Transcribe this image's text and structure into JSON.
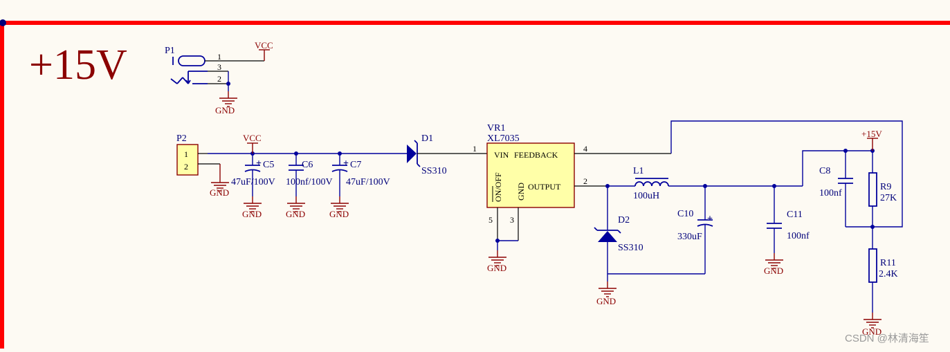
{
  "title": "+15V",
  "watermark": "CSDN @林清海笙",
  "colors": {
    "wire": "#00009c",
    "power": "#8b0000",
    "border": "#ff0000",
    "ic_fill": "#ffffa8",
    "background": "#fdfaf3"
  },
  "power": {
    "vcc": "VCC",
    "gnd": "GND",
    "p15": "+15V"
  },
  "p1": {
    "ref": "P1",
    "pins": [
      "1",
      "3",
      "2"
    ]
  },
  "p2": {
    "ref": "P2",
    "pins": [
      "1",
      "2"
    ]
  },
  "c5": {
    "ref": "C5",
    "value": "47uF/100V"
  },
  "c6": {
    "ref": "C6",
    "value": "100nf/100V"
  },
  "c7": {
    "ref": "C7",
    "value": "47uF/100V"
  },
  "d1": {
    "ref": "D1",
    "value": "SS310"
  },
  "vr1": {
    "ref": "VR1",
    "value": "XL7035",
    "pin_vin": "VIN",
    "pin_feedback": "FEEDBACK",
    "pin_output": "OUTPUT",
    "pin_onoff": "ON/OFF",
    "pin_gnd": "GND",
    "pin_numbers": [
      "1",
      "4",
      "2",
      "5",
      "3"
    ]
  },
  "l1": {
    "ref": "L1",
    "value": "100uH"
  },
  "d2": {
    "ref": "D2",
    "value": "SS310"
  },
  "c10": {
    "ref": "C10",
    "value": "330uF"
  },
  "c11": {
    "ref": "C11",
    "value": "100nf"
  },
  "c8": {
    "ref": "C8",
    "value": "100nf"
  },
  "r9": {
    "ref": "R9",
    "value": "27K"
  },
  "r11": {
    "ref": "R11",
    "value": "2.4K"
  },
  "pol": "+"
}
